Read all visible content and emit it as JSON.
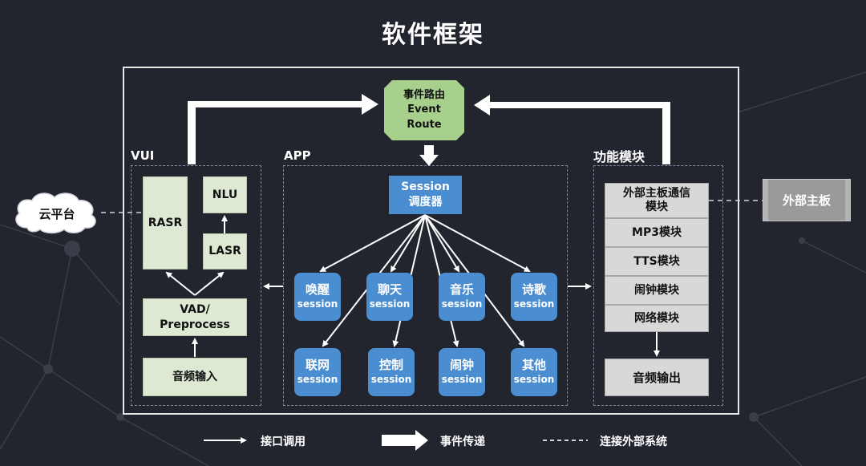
{
  "title": "软件框架",
  "cloud": "云平台",
  "external_board": "外部主板",
  "event_route": {
    "line1": "事件路由",
    "line2": "Event",
    "line3": "Route"
  },
  "vui": {
    "label": "VUI",
    "rasr": "RASR",
    "nlu": "NLU",
    "lasr": "LASR",
    "vad_line1": "VAD/",
    "vad_line2": "Preprocess",
    "audio_in": "音频输入"
  },
  "app": {
    "label": "APP",
    "scheduler_line1": "Session",
    "scheduler_line2": "调度器",
    "sessions": [
      {
        "name": "唤醒",
        "sub": "session"
      },
      {
        "name": "聊天",
        "sub": "session"
      },
      {
        "name": "音乐",
        "sub": "session"
      },
      {
        "name": "诗歌",
        "sub": "session"
      },
      {
        "name": "联网",
        "sub": "session"
      },
      {
        "name": "控制",
        "sub": "session"
      },
      {
        "name": "闹钟",
        "sub": "session"
      },
      {
        "name": "其他",
        "sub": "session"
      }
    ]
  },
  "func": {
    "label": "功能模块",
    "modules": [
      "外部主板通信\n模块",
      "MP3模块",
      "TTS模块",
      "闹钟模块",
      "网络模块"
    ],
    "audio_out": "音频输出"
  },
  "legend": {
    "interface_call": "接口调用",
    "event_pass": "事件传递",
    "external_link": "连接外部系统"
  },
  "colors": {
    "background": "#22252e",
    "session_blue": "#4a8dd0",
    "vui_green": "#dde9d3",
    "event_green": "#a8d08d",
    "module_grey": "#d8d8d8"
  }
}
